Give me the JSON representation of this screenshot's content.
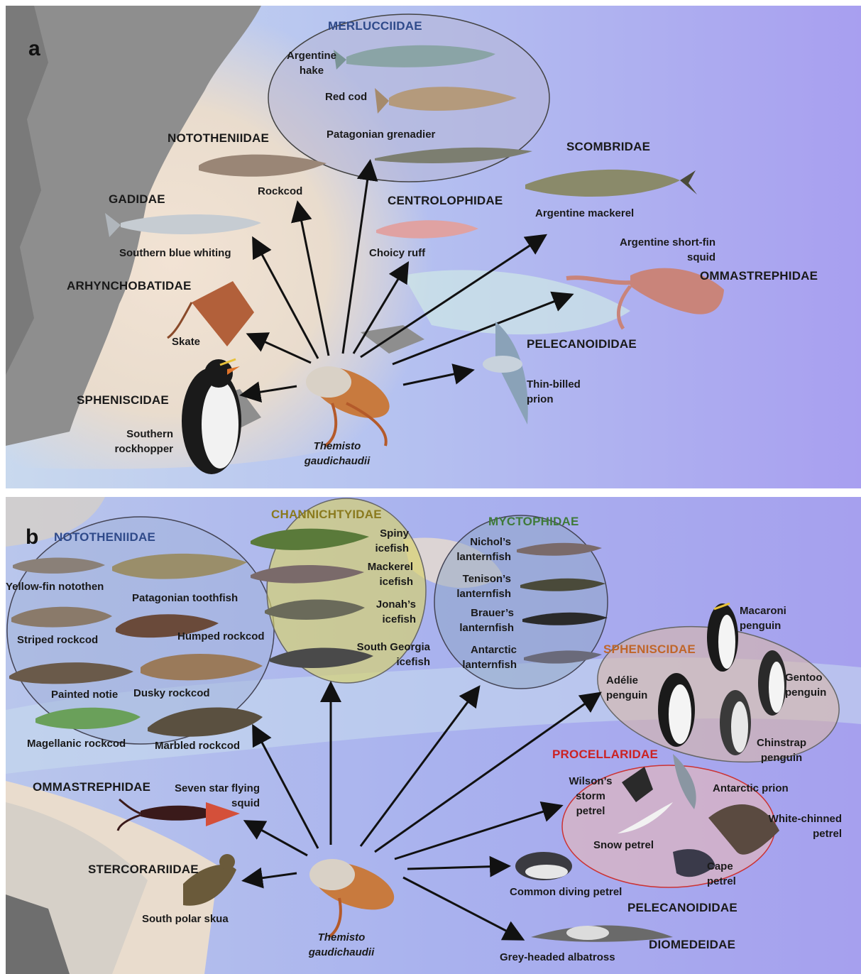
{
  "panel_a": {
    "letter": "a",
    "center": {
      "line1": "Themisto",
      "line2": "gaudichaudii"
    },
    "families": {
      "merlucciidae": "MERLUCCIIDAE",
      "nototheniidae": "NOTOTHENIIDAE",
      "gadidae": "GADIDAE",
      "arhynchobatidae": "ARHYNCHOBATIDAE",
      "spheniscidae": "SPHENISCIDAE",
      "centrolophidae": "CENTROLOPHIDAE",
      "scombridae": "SCOMBRIDAE",
      "ommastrephidae": "OMMASTREPHIDAE",
      "pelecanoididae": "PELECANOIDIDAE"
    },
    "species": {
      "argentine_hake_1": "Argentine",
      "argentine_hake_2": "hake",
      "red_cod": "Red cod",
      "patagonian_grenadier": "Patagonian grenadier",
      "rockcod": "Rockcod",
      "southern_blue_whiting": "Southern blue whiting",
      "skate": "Skate",
      "southern_rockhopper_1": "Southern",
      "southern_rockhopper_2": "rockhopper",
      "choicy_ruff": "Choicy ruff",
      "argentine_mackerel": "Argentine mackerel",
      "short_fin_squid_1": "Argentine short-fin",
      "short_fin_squid_2": "squid",
      "thin_billed_prion_1": "Thin-billed",
      "thin_billed_prion_2": "prion"
    }
  },
  "panel_b": {
    "letter": "b",
    "center": {
      "line1": "Themisto",
      "line2": "gaudichaudii"
    },
    "families": {
      "nototheniidae": "NOTOTHENIIDAE",
      "channichtyidae": "CHANNICHTYIDAE",
      "myctophidae": "MYCTOPHIDAE",
      "spheniscidae": "SPHENISCIDAE",
      "procellaridae": "PROCELLARIDAE",
      "ommastrephidae": "OMMASTREPHIDAE",
      "stercorariidae": "STERCORARIIDAE",
      "pelecanoididae": "PELECANOIDIDAE",
      "diomedeidae": "DIOMEDEIDAE"
    },
    "family_colors": {
      "nototheniidae": "#2f4a8a",
      "channichtyidae": "#8a7a1e",
      "myctophidae": "#3f7a3a",
      "spheniscidae": "#c0662a",
      "procellaridae": "#cc2222"
    },
    "species": {
      "yellow_fin_notothen": "Yellow-fin notothen",
      "patagonian_toothfish": "Patagonian toothfish",
      "striped_rockcod": "Striped rockcod",
      "humped_rockcod": "Humped rockcod",
      "painted_notie": "Painted notie",
      "dusky_rockcod": "Dusky rockcod",
      "magellanic_rockcod": "Magellanic rockcod",
      "marbled_rockcod": "Marbled rockcod",
      "spiny_icefish_1": "Spiny",
      "spiny_icefish_2": "icefish",
      "mackerel_icefish_1": "Mackerel",
      "mackerel_icefish_2": "icefish",
      "jonahs_icefish_1": "Jonah’s",
      "jonahs_icefish_2": "icefish",
      "sg_icefish_1": "South Georgia",
      "sg_icefish_2": "icefish",
      "nichols_1": "Nichol’s",
      "nichols_2": "lanternfish",
      "tenisons_1": "Tenison’s",
      "tenisons_2": "lanternfish",
      "brauers_1": "Brauer’s",
      "brauers_2": "lanternfish",
      "antarctic_lf_1": "Antarctic",
      "antarctic_lf_2": "lanternfish",
      "macaroni_1": "Macaroni",
      "macaroni_2": "penguin",
      "adelie_1": "Adélie",
      "adelie_2": "penguin",
      "gentoo_1": "Gentoo",
      "gentoo_2": "penguin",
      "chinstrap_1": "Chinstrap",
      "chinstrap_2": "penguin",
      "wilsons_1": "Wilson’s",
      "wilsons_2": "storm",
      "wilsons_3": "petrel",
      "antarctic_prion": "Antarctic prion",
      "white_chinned_1": "White-chinned",
      "white_chinned_2": "petrel",
      "snow_petrel": "Snow petrel",
      "cape_1": "Cape",
      "cape_2": "petrel",
      "seven_star_1": "Seven star flying",
      "seven_star_2": "squid",
      "south_polar_skua": "South polar skua",
      "common_diving_petrel": "Common diving petrel",
      "grey_headed_albatross": "Grey-headed albatross"
    }
  }
}
